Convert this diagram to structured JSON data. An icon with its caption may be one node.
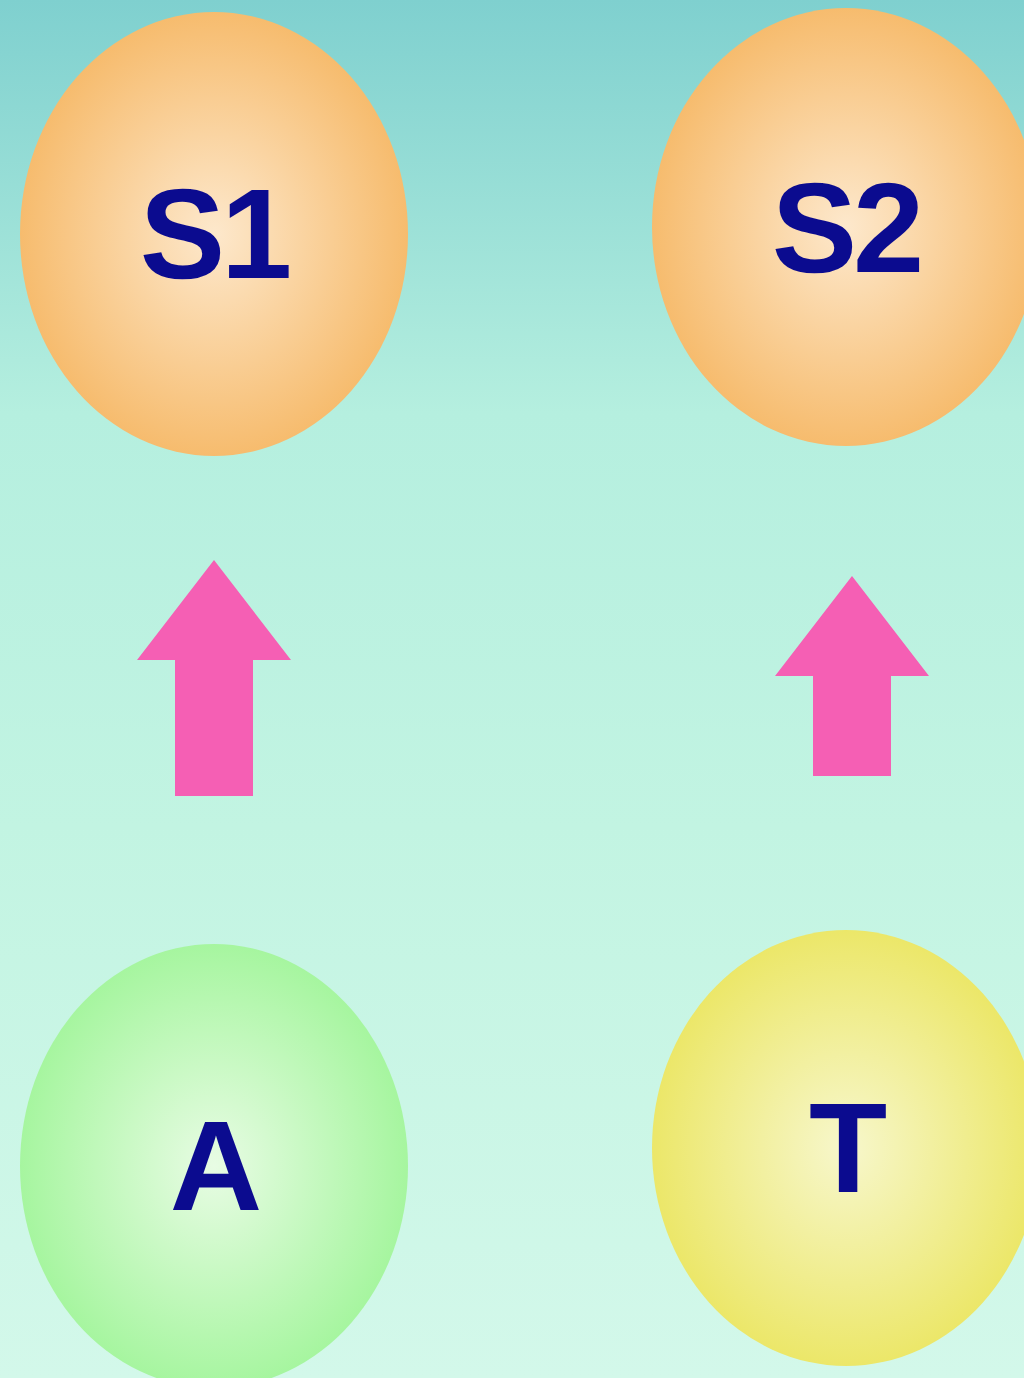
{
  "diagram": {
    "nodes": [
      {
        "text": [
          "S1"
        ]
      },
      {
        "text": [
          "S2"
        ]
      },
      {
        "text": [
          "A"
        ]
      },
      {
        "text": [
          "T"
        ]
      }
    ],
    "edges": [
      {
        "from": 2,
        "to": 0,
        "arrow": "to",
        "style": "thick"
      },
      {
        "from": 3,
        "to": 1,
        "arrow": "to",
        "style": "thick"
      }
    ]
  }
}
